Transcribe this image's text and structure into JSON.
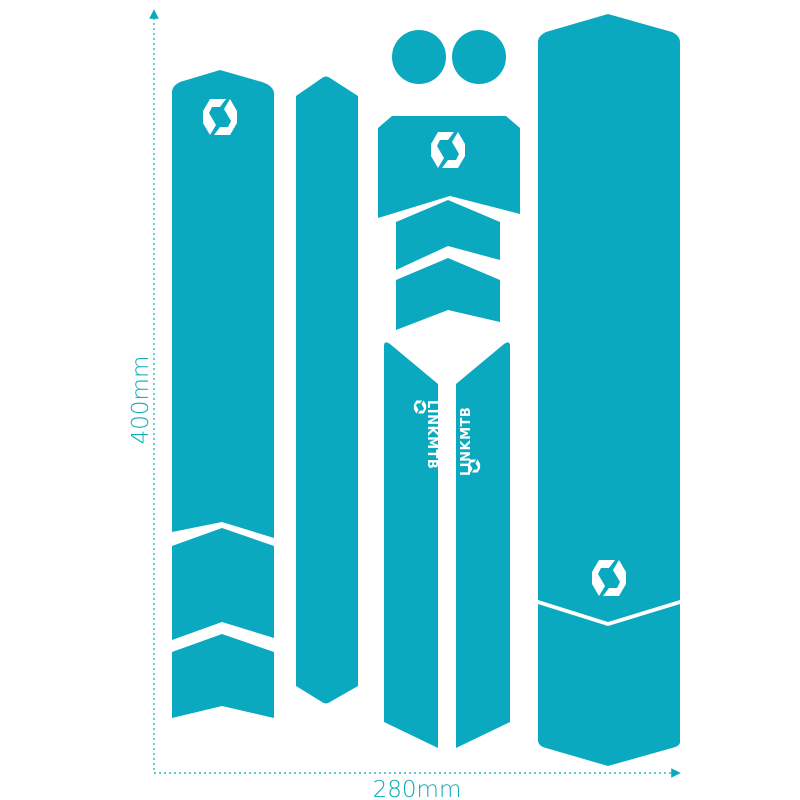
{
  "colors": {
    "piece": "#0aa9c0",
    "dimension": "#0aa9b8",
    "background": "#ffffff",
    "logo": "#ffffff"
  },
  "dimensions": {
    "height_label": "400mm",
    "width_label": "280mm"
  },
  "brand": {
    "name": "LINKMTB",
    "logo_icon": "hexagon-link-logo-icon"
  }
}
